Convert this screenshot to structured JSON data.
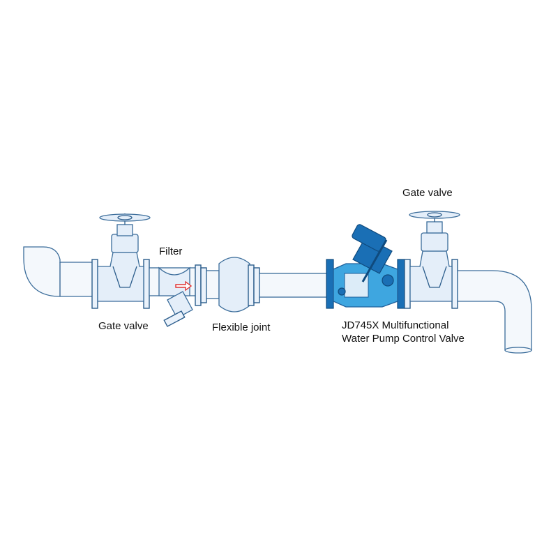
{
  "labels": {
    "gate_valve_left": "Gate valve",
    "filter": "Filter",
    "flexible_joint": "Flexible joint",
    "gate_valve_right": "Gate valve",
    "control_valve_line1": "JD745X Multifunctional",
    "control_valve_line2": "Water Pump Control Valve"
  },
  "colors": {
    "pipe_outline": "#3a6c9a",
    "control_valve_blue": "#3ea6e0",
    "flow_arrow": "#e03030"
  },
  "icons": {
    "flow_direction": "right-arrow-icon"
  }
}
